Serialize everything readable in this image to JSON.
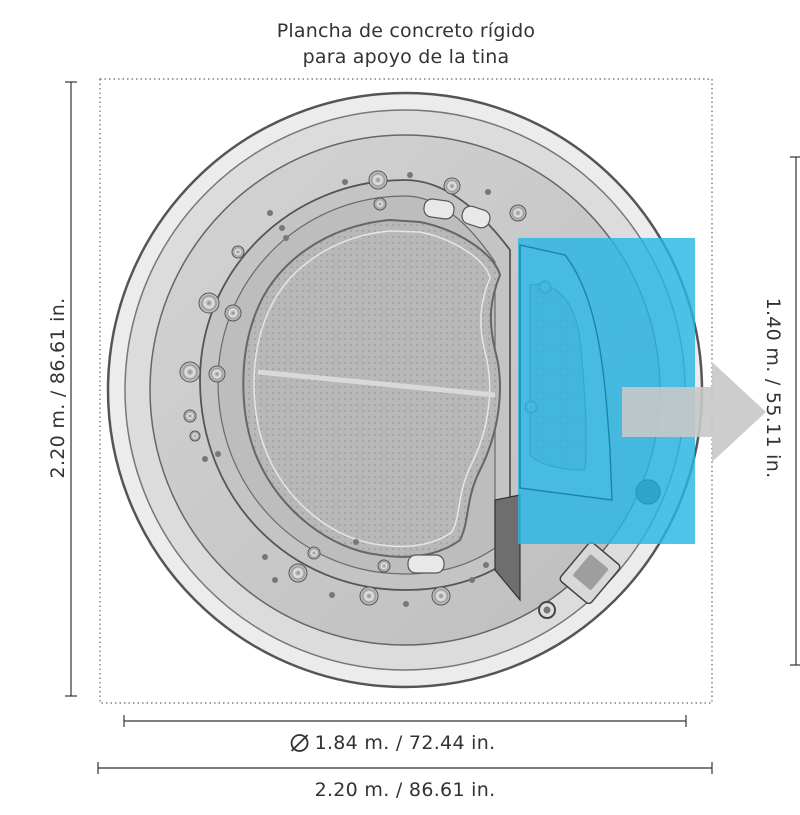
{
  "header": {
    "title_line1": "Plancha de concreto rígido",
    "title_line2": "para apoyo de la tina"
  },
  "dimensions": {
    "height": "2.20 m. / 86.61 in.",
    "width": "2.20 m. / 86.61 in.",
    "diameter_symbol": "diameter-symbol",
    "diameter": "1.84 m. / 72.44 in.",
    "step_depth": "1.40 m. / 55.11 in."
  },
  "colors": {
    "highlight": "#29b6e6",
    "tub_shell": "#c9c9c9",
    "tub_floor": "#b3b3b3",
    "arrow": "#c8c8c8",
    "dimension_line": "#333333"
  }
}
